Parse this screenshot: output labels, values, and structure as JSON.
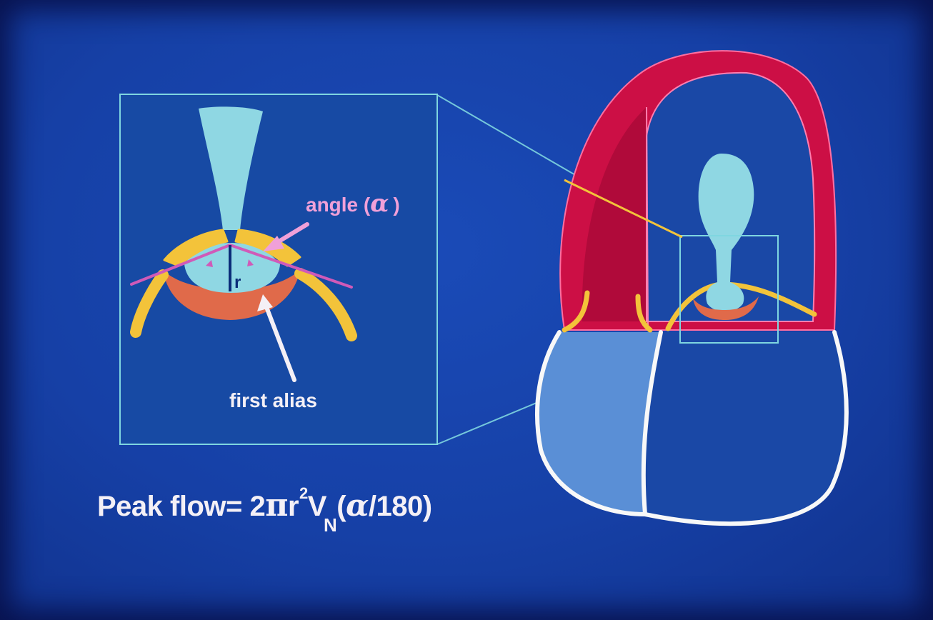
{
  "colors": {
    "background": "#1842a8",
    "inset_fill": "#174aa4",
    "frame_line": "#7fd6e0",
    "flow_jet": "#8fd7e3",
    "leaflet": "#f3c33a",
    "first_alias_shell": "#e06a4a",
    "angle_line": "#d05ab8",
    "label_pink": "#f0a0d8",
    "wall_red": "#cc0f45",
    "ventricle_light": "#5a8fd6",
    "ventricle_dark": "#1a48a6",
    "outline_white": "#f8f8f8"
  },
  "labels": {
    "angle": "angle (",
    "alpha_symbol": "α",
    "angle_close": ")",
    "radius": "r",
    "first_alias": "first alias"
  },
  "formula": {
    "lead": "Peak flow= 2",
    "pi": "π",
    "r": "r",
    "r_exp": "2",
    "v": "V",
    "v_sub": "N",
    "open": "(",
    "alpha": "α",
    "rest": "/180)"
  }
}
